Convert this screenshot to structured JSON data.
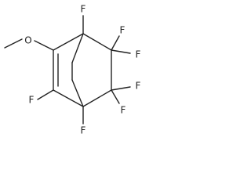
{
  "molecule": {
    "atom_labels": {
      "o_methoxy": "O",
      "f_c1": "F",
      "f_c7a": "F",
      "f_c7b": "F",
      "f_c8a": "F",
      "f_c8b": "F",
      "f_c3": "F",
      "f_c4": "F"
    },
    "colors": {
      "bond": "#222222",
      "text": "#222222",
      "background": "#ffffff"
    }
  }
}
